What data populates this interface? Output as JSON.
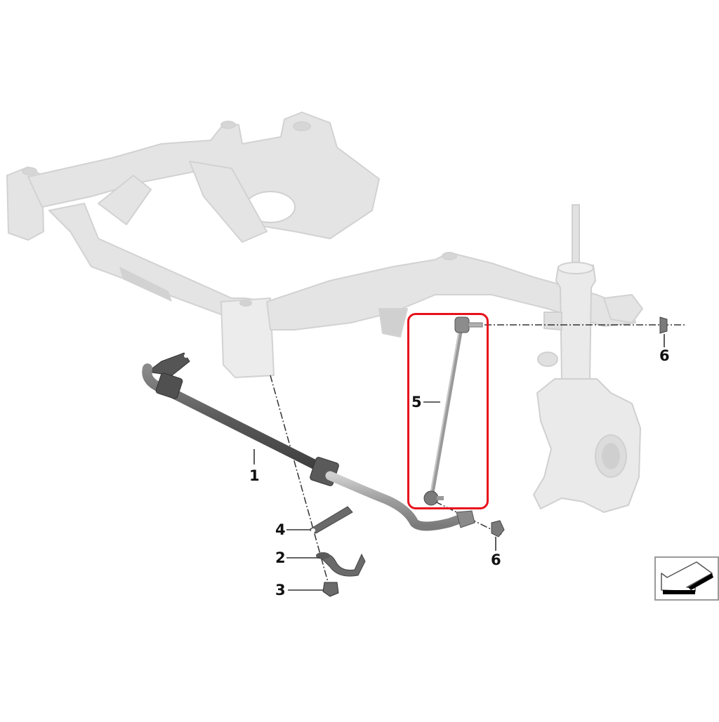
{
  "diagram": {
    "type": "exploded parts diagram",
    "subject": "Front axle subframe with stabilizer bar and stabilizer links",
    "background_color": "#ffffff",
    "ghosted_part_color": "#e6e6e6",
    "highlighted_part_color": "#6e6e6e",
    "highlight_color": "#e8101c",
    "callouts": [
      {
        "id": "1",
        "label": "1",
        "part": "stabilizer-bar"
      },
      {
        "id": "2",
        "label": "2",
        "part": "stabilizer-bracket"
      },
      {
        "id": "3",
        "label": "3",
        "part": "nut"
      },
      {
        "id": "4",
        "label": "4",
        "part": "plate"
      },
      {
        "id": "5",
        "label": "5",
        "part": "stabilizer-link",
        "highlighted": true
      },
      {
        "id": "6a",
        "label": "6",
        "part": "nut-upper"
      },
      {
        "id": "6b",
        "label": "6",
        "part": "nut-lower"
      }
    ],
    "view_direction_icon": "arrow-view-icon"
  }
}
